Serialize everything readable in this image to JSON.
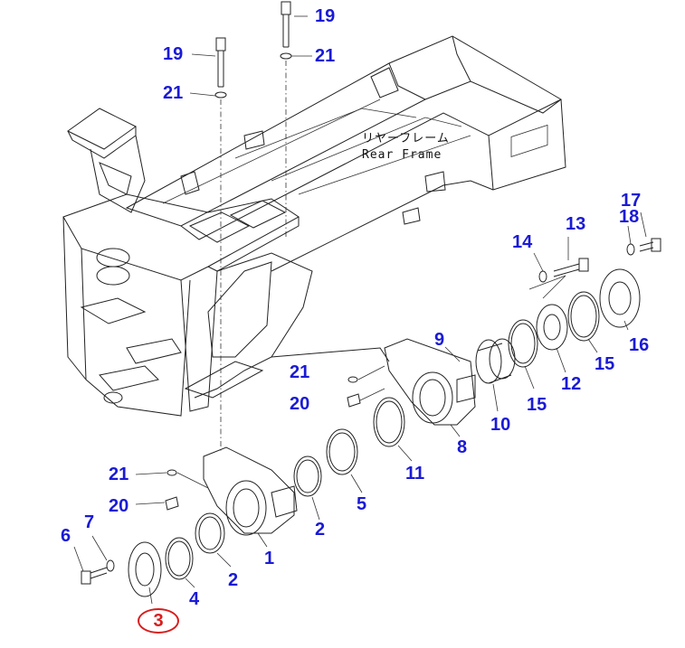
{
  "diagram": {
    "frame_label_jp": "リヤーフレーム",
    "frame_label_en": "Rear Frame",
    "highlighted_part": "3",
    "callouts": [
      {
        "id": "c19a",
        "text": "19"
      },
      {
        "id": "c21a",
        "text": "21"
      },
      {
        "id": "c19b",
        "text": "19"
      },
      {
        "id": "c21b",
        "text": "21"
      },
      {
        "id": "c17",
        "text": "17"
      },
      {
        "id": "c13",
        "text": "13"
      },
      {
        "id": "c18",
        "text": "18"
      },
      {
        "id": "c14",
        "text": "14"
      },
      {
        "id": "c16",
        "text": "16"
      },
      {
        "id": "c15a",
        "text": "15"
      },
      {
        "id": "c12",
        "text": "12"
      },
      {
        "id": "c15b",
        "text": "15"
      },
      {
        "id": "c10",
        "text": "10"
      },
      {
        "id": "c9",
        "text": "9"
      },
      {
        "id": "c21c",
        "text": "21"
      },
      {
        "id": "c20a",
        "text": "20"
      },
      {
        "id": "c8",
        "text": "8"
      },
      {
        "id": "c11",
        "text": "11"
      },
      {
        "id": "c5",
        "text": "5"
      },
      {
        "id": "c2a",
        "text": "2"
      },
      {
        "id": "c21d",
        "text": "21"
      },
      {
        "id": "c20b",
        "text": "20"
      },
      {
        "id": "c1",
        "text": "1"
      },
      {
        "id": "c7",
        "text": "7"
      },
      {
        "id": "c6",
        "text": "6"
      },
      {
        "id": "c2b",
        "text": "2"
      },
      {
        "id": "c4",
        "text": "4"
      }
    ]
  }
}
